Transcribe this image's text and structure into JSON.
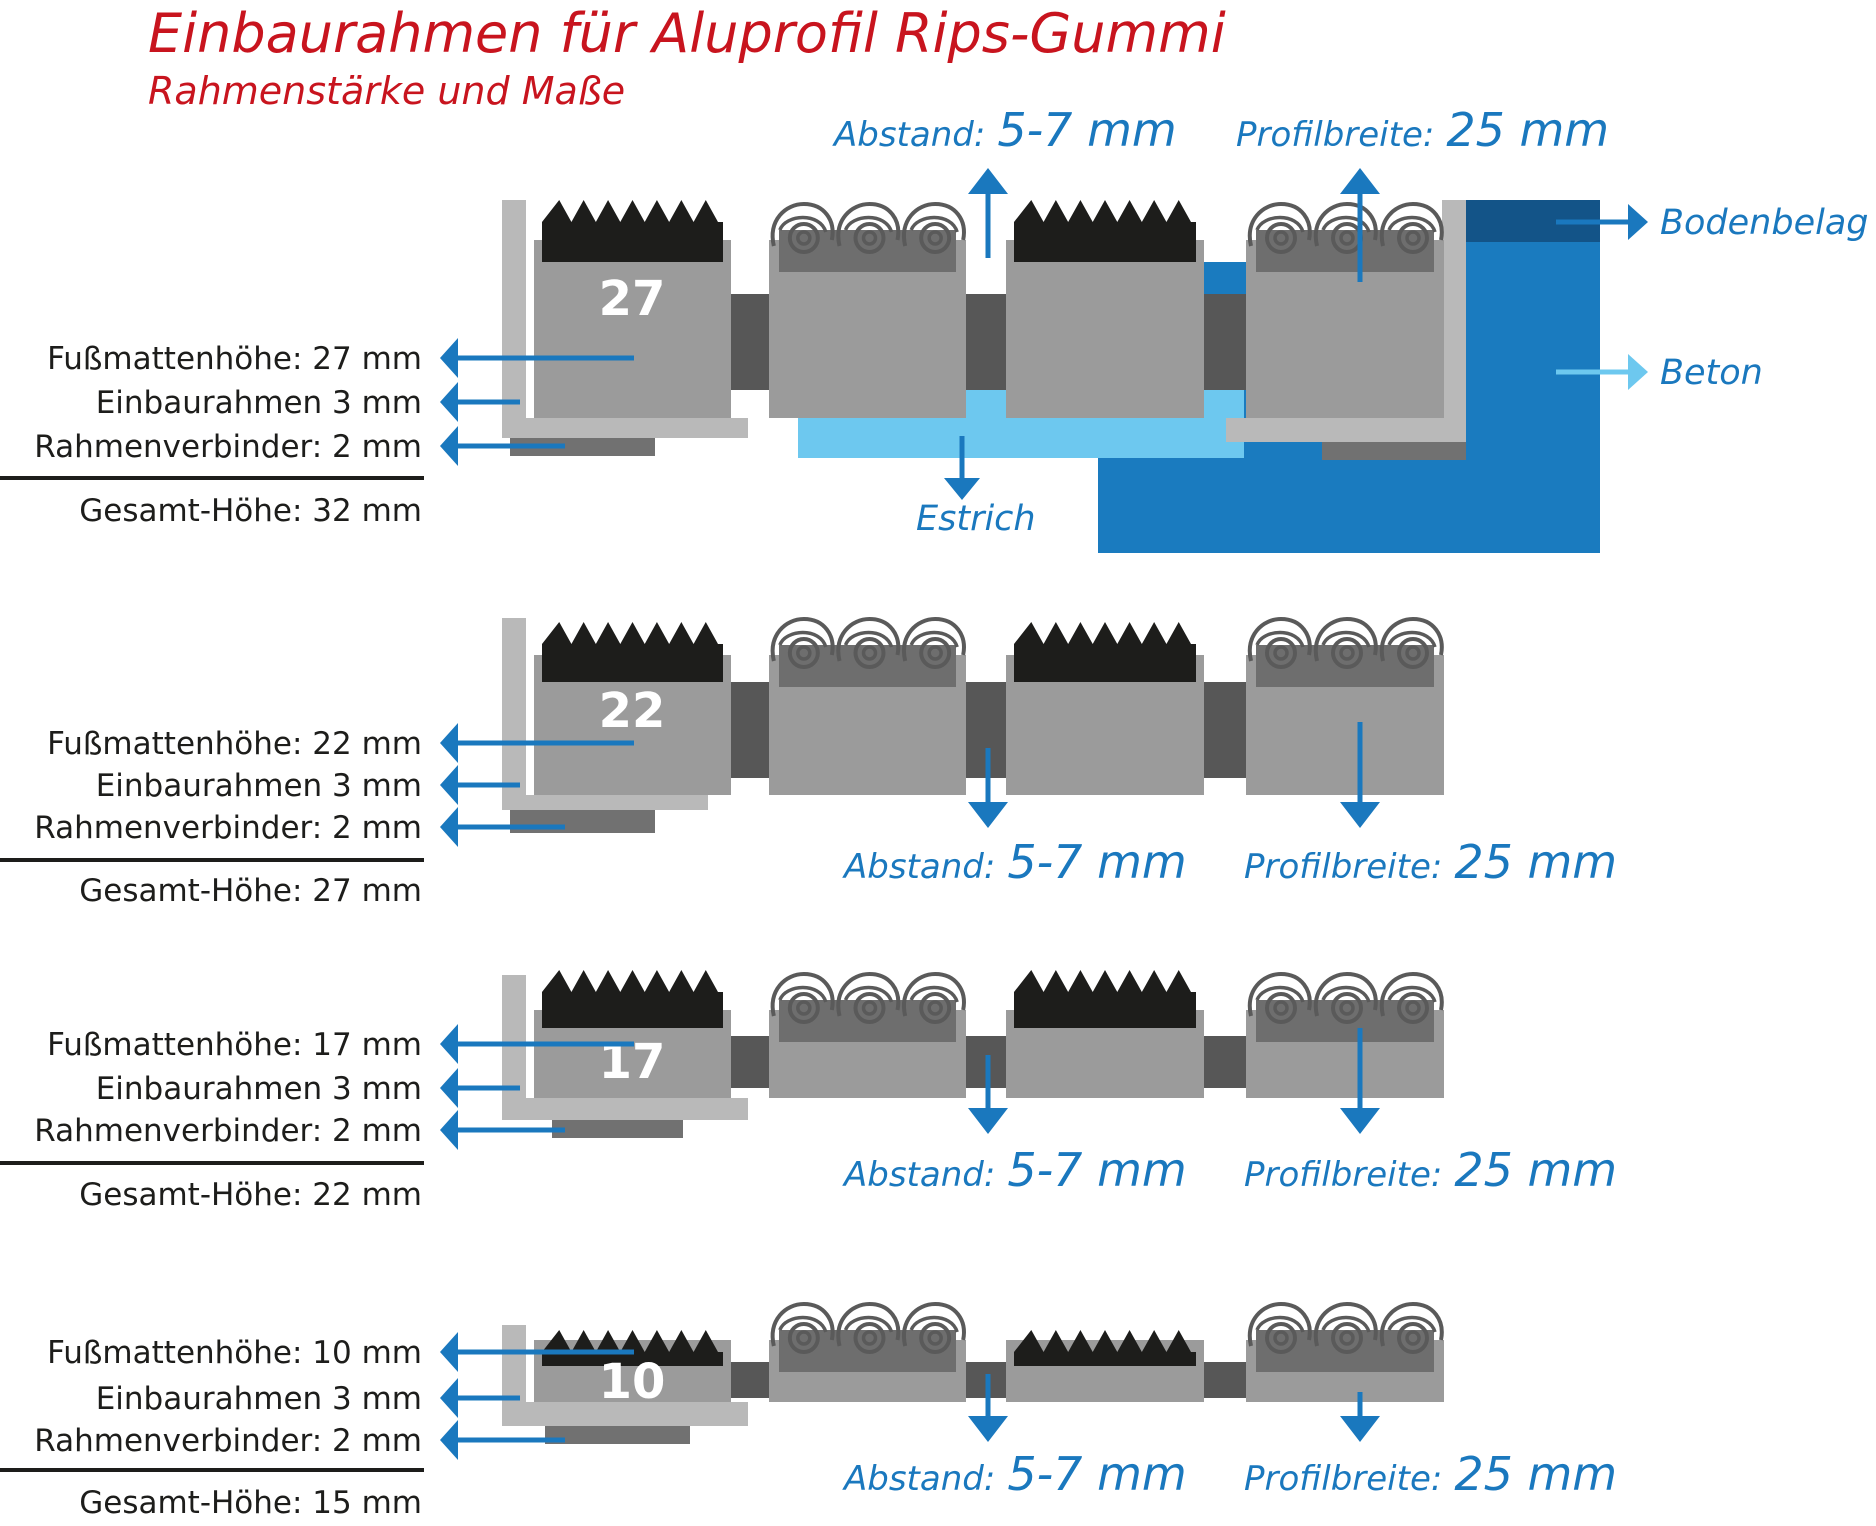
{
  "title": "Einbaurahmen für Aluprofil Rips-Gummi",
  "subtitle": "Rahmenstärke und Maße",
  "colors": {
    "title_red": "#c8141e",
    "label_blue": "#1a78be",
    "concrete_blue": "#1a7bbf",
    "floor_covering_dark_blue": "#135488",
    "screed_light_blue": "#6dc8ef",
    "frame_grey": "#b9b9b9",
    "profile_grey": "#9b9b9b",
    "brush_grey": "#6e6e6e",
    "connector_dark_grey": "#575757",
    "frame_connector_grey": "#717171",
    "rips_black": "#1d1d1b",
    "text_black": "#1d1d1b"
  },
  "legend": {
    "bodenbelag": "Bodenbelag",
    "beton": "Beton",
    "estrich": "Estrich"
  },
  "sections": [
    {
      "mat_height_number": "27",
      "mat_height": "Fußmattenhöhe: 27 mm",
      "frame": "Einbaurahmen 3 mm",
      "connector": "Rahmenverbinder: 2 mm",
      "total": "Gesamt-Höhe: 32 mm",
      "gap_label": "Abstand:",
      "gap_value": "5-7 mm",
      "width_label": "Profilbreite:",
      "width_value": "25 mm"
    },
    {
      "mat_height_number": "22",
      "mat_height": "Fußmattenhöhe: 22 mm",
      "frame": "Einbaurahmen 3 mm",
      "connector": "Rahmenverbinder: 2 mm",
      "total": "Gesamt-Höhe: 27 mm",
      "gap_label": "Abstand:",
      "gap_value": "5-7 mm",
      "width_label": "Profilbreite:",
      "width_value": "25 mm"
    },
    {
      "mat_height_number": "17",
      "mat_height": "Fußmattenhöhe: 17 mm",
      "frame": "Einbaurahmen 3 mm",
      "connector": "Rahmenverbinder: 2 mm",
      "total": "Gesamt-Höhe: 22 mm",
      "gap_label": "Abstand:",
      "gap_value": "5-7 mm",
      "width_label": "Profilbreite:",
      "width_value": "25 mm"
    },
    {
      "mat_height_number": "10",
      "mat_height": "Fußmattenhöhe: 10 mm",
      "frame": "Einbaurahmen 3 mm",
      "connector": "Rahmenverbinder: 2 mm",
      "total": "Gesamt-Höhe: 15 mm",
      "gap_label": "Abstand:",
      "gap_value": "5-7 mm",
      "width_label": "Profilbreite:",
      "width_value": "25 mm"
    }
  ]
}
